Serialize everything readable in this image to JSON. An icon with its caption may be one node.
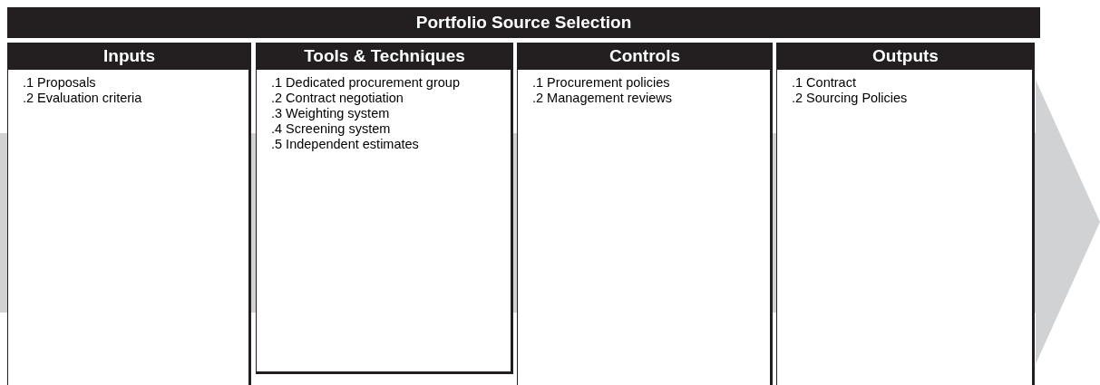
{
  "diagram": {
    "nodes": [
      {
        "text": [
          "Portfolio Source Selection"
        ]
      },
      {
        "text": [
          "Inputs",
          ".1 Proposals",
          ".2 Evaluation criteria"
        ]
      },
      {
        "text": [
          "Tools & Techniques",
          ".1 Dedicated procurement group",
          ".2 Contract negotiation",
          ".3 Weighting system",
          ".4 Screening system",
          ".5 Independent estimates"
        ]
      },
      {
        "text": [
          "Controls",
          ".1 Procurement policies",
          ".2 Management reviews"
        ]
      },
      {
        "text": [
          "Outputs",
          ".1 Contract",
          ".2 Sourcing Policies"
        ]
      }
    ],
    "edges": []
  }
}
